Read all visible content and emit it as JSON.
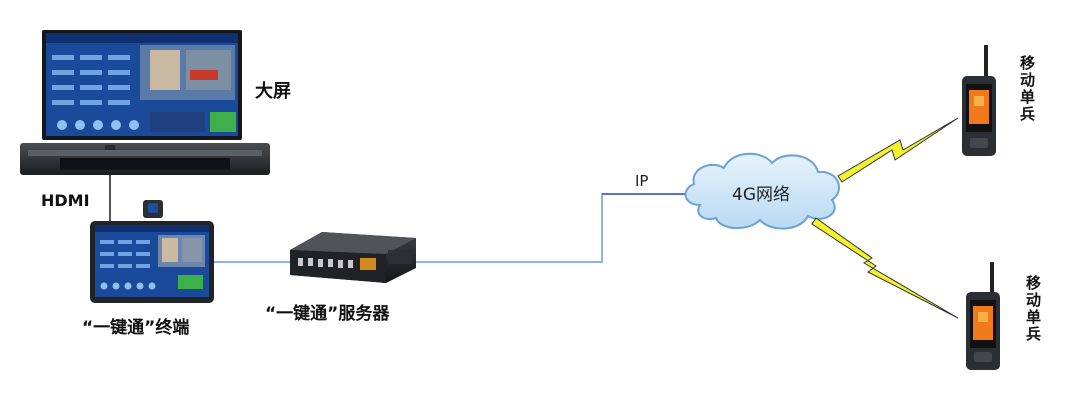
{
  "labels": {
    "big_screen": "大屏",
    "hdmi": "HDMI",
    "terminal": "“一键通”终端",
    "server": "“一键通”服务器",
    "ip": "IP",
    "network": "4G网络",
    "mobile_1": "移动单兵",
    "mobile_2": "移动单兵"
  },
  "colors": {
    "link_line": "#8fb3e0",
    "ip_line": "#5a6fd8",
    "cloud_fill": "#cfe6f8",
    "cloud_stroke": "#6aa2d6",
    "lightning": "#f4f22c",
    "lightning_stroke": "#333333",
    "device_dark": "#2b2e33",
    "screen_blue": "#1a3f86",
    "phone_orange": "#f07a1a"
  },
  "icons": [
    "tv-display-icon",
    "touch-terminal-icon",
    "rack-server-icon",
    "cloud-icon",
    "lightning-link-icon",
    "handheld-radio-icon"
  ]
}
